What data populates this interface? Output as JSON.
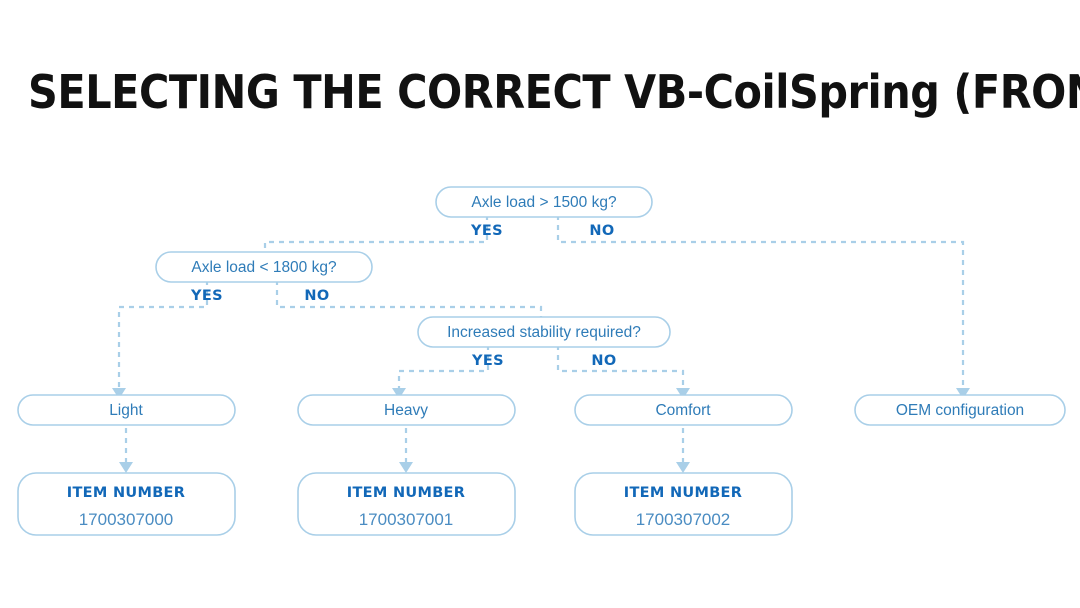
{
  "page": {
    "title": "SELECTING THE CORRECT VB-CoilSpring (FRONT AXLE)",
    "background_color": "#ffffff",
    "accent_color": "#1268b8",
    "node_text_color": "#2f7cb8",
    "connector_color": "#a9cfe8"
  },
  "flowchart": {
    "type": "decision-tree",
    "decisions": [
      {
        "id": "d1",
        "label": "Axle load > 1500 kg?",
        "yes_label": "YES",
        "no_label": "NO",
        "yes_target": "d2",
        "no_target": "r4"
      },
      {
        "id": "d2",
        "label": "Axle load < 1800 kg?",
        "yes_label": "YES",
        "no_label": "NO",
        "yes_target": "r1",
        "no_target": "d3"
      },
      {
        "id": "d3",
        "label": "Increased stability required?",
        "yes_label": "YES",
        "no_label": "NO",
        "yes_target": "r2",
        "no_target": "r3"
      }
    ],
    "results": [
      {
        "id": "r1",
        "label": "Light"
      },
      {
        "id": "r2",
        "label": "Heavy"
      },
      {
        "id": "r3",
        "label": "Comfort"
      },
      {
        "id": "r4",
        "label": "OEM configuration"
      }
    ],
    "item_boxes": [
      {
        "id": "i1",
        "heading": "ITEM NUMBER",
        "number": "1700307000",
        "for": "r1"
      },
      {
        "id": "i2",
        "heading": "ITEM NUMBER",
        "number": "1700307001",
        "for": "r2"
      },
      {
        "id": "i3",
        "heading": "ITEM NUMBER",
        "number": "1700307002",
        "for": "r3"
      }
    ]
  }
}
